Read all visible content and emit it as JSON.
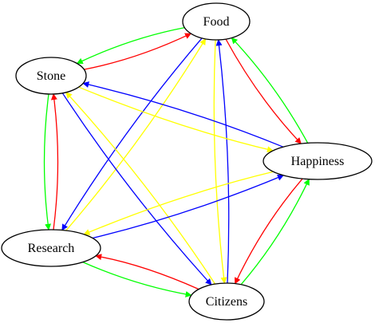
{
  "colors": {
    "red": "#ff0000",
    "green": "#00ff00",
    "blue": "#0000ff",
    "yellow": "#ffff00",
    "node_border": "#000000",
    "background": "#ffffff"
  },
  "nodes": [
    {
      "id": "food",
      "label": "Food"
    },
    {
      "id": "stone",
      "label": "Stone"
    },
    {
      "id": "happiness",
      "label": "Happiness"
    },
    {
      "id": "research",
      "label": "Research"
    },
    {
      "id": "citizens",
      "label": "Citizens"
    }
  ],
  "edges": [
    {
      "from": "stone",
      "to": "food",
      "color": "red"
    },
    {
      "from": "food",
      "to": "stone",
      "color": "green"
    },
    {
      "from": "food",
      "to": "happiness",
      "color": "red"
    },
    {
      "from": "happiness",
      "to": "food",
      "color": "green"
    },
    {
      "from": "food",
      "to": "research",
      "color": "blue"
    },
    {
      "from": "research",
      "to": "food",
      "color": "yellow"
    },
    {
      "from": "citizens",
      "to": "food",
      "color": "blue"
    },
    {
      "from": "food",
      "to": "citizens",
      "color": "yellow"
    },
    {
      "from": "stone",
      "to": "happiness",
      "color": "yellow"
    },
    {
      "from": "happiness",
      "to": "stone",
      "color": "blue"
    },
    {
      "from": "stone",
      "to": "research",
      "color": "green"
    },
    {
      "from": "research",
      "to": "stone",
      "color": "red"
    },
    {
      "from": "stone",
      "to": "citizens",
      "color": "blue"
    },
    {
      "from": "citizens",
      "to": "stone",
      "color": "yellow"
    },
    {
      "from": "research",
      "to": "happiness",
      "color": "blue"
    },
    {
      "from": "happiness",
      "to": "research",
      "color": "yellow"
    },
    {
      "from": "happiness",
      "to": "citizens",
      "color": "red"
    },
    {
      "from": "citizens",
      "to": "happiness",
      "color": "green"
    },
    {
      "from": "research",
      "to": "citizens",
      "color": "green"
    },
    {
      "from": "citizens",
      "to": "research",
      "color": "red"
    }
  ]
}
